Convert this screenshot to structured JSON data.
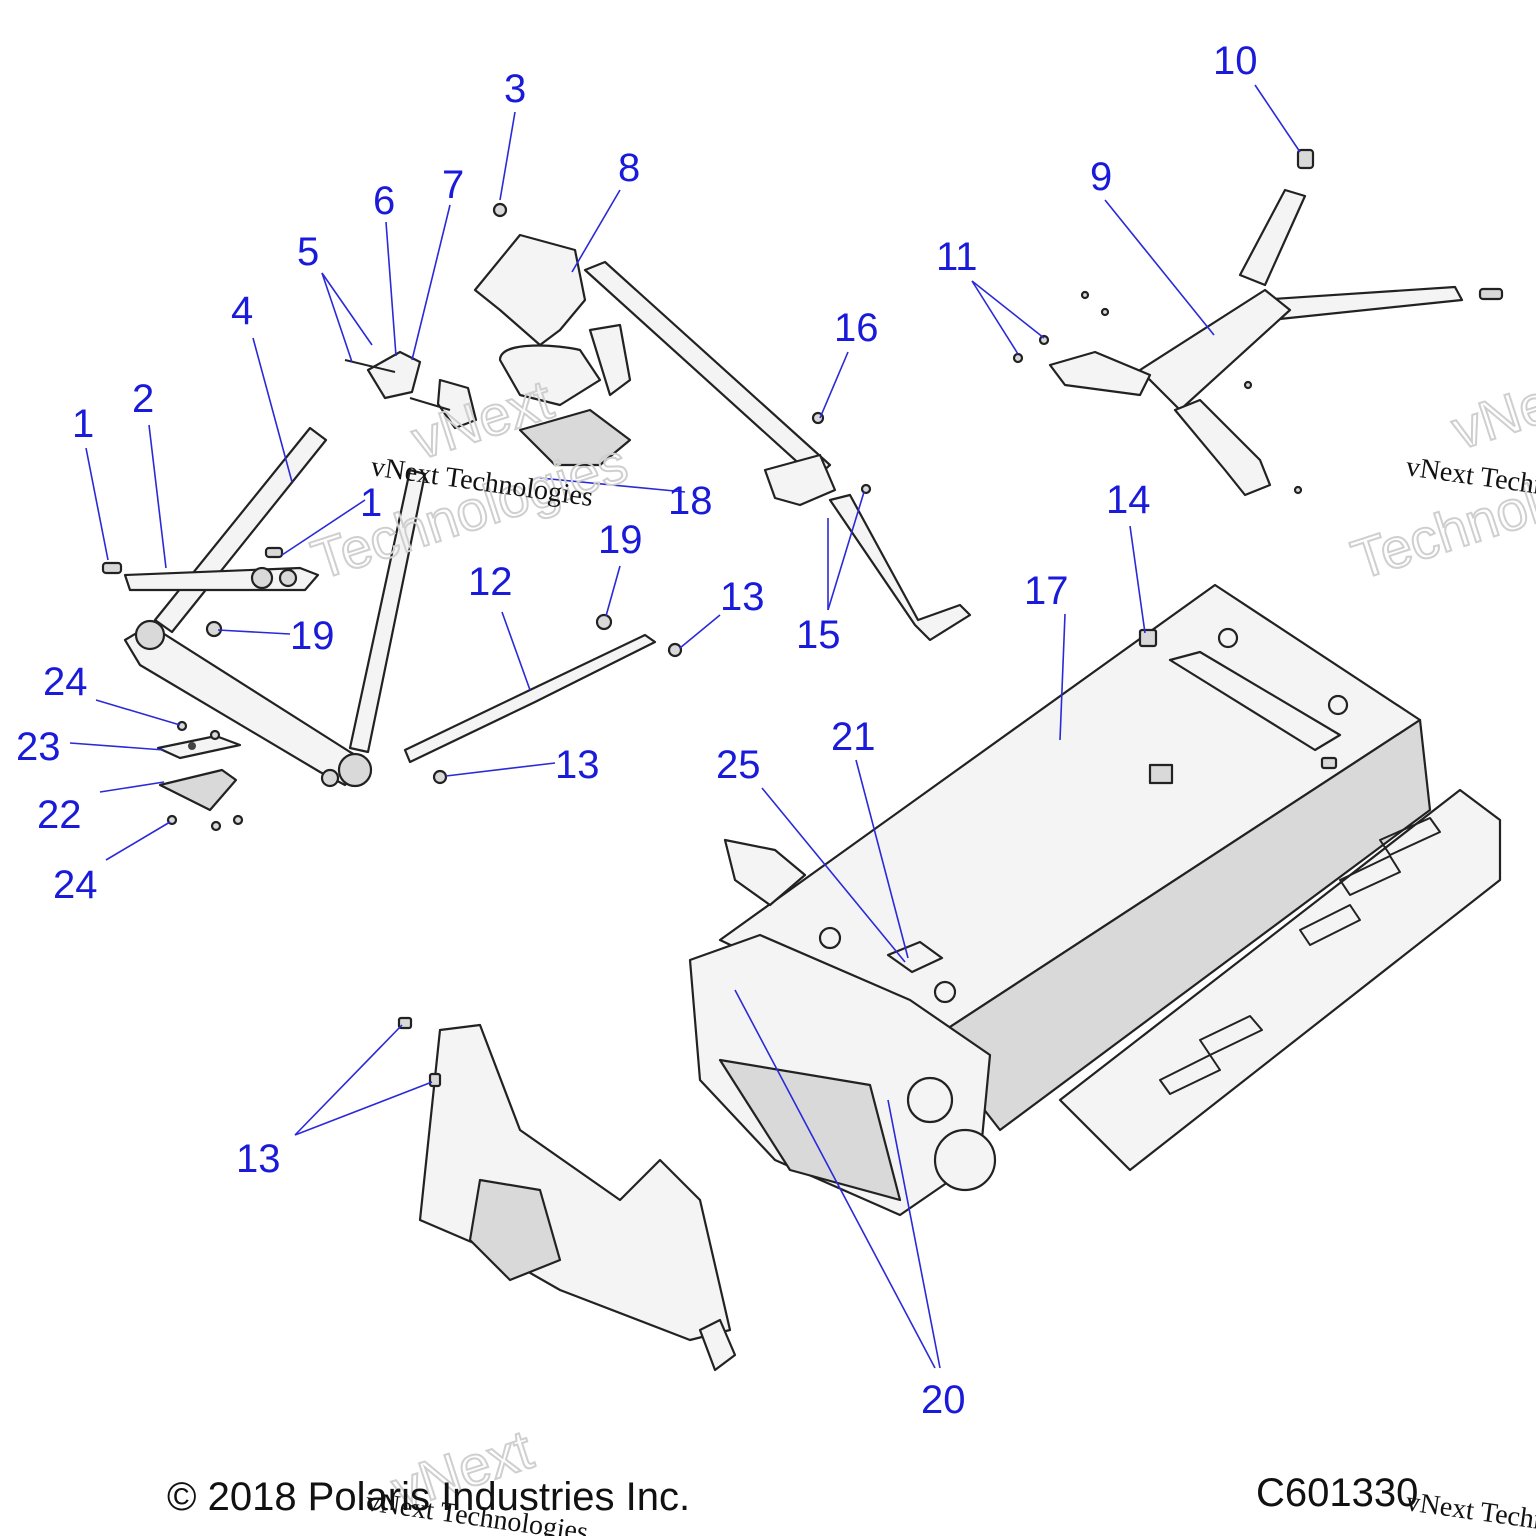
{
  "diagram": {
    "callouts": [
      {
        "id": "c1a",
        "label": "1"
      },
      {
        "id": "c1b",
        "label": "1"
      },
      {
        "id": "c2",
        "label": "2"
      },
      {
        "id": "c3",
        "label": "3"
      },
      {
        "id": "c4",
        "label": "4"
      },
      {
        "id": "c5",
        "label": "5"
      },
      {
        "id": "c6",
        "label": "6"
      },
      {
        "id": "c7",
        "label": "7"
      },
      {
        "id": "c8",
        "label": "8"
      },
      {
        "id": "c9",
        "label": "9"
      },
      {
        "id": "c10",
        "label": "10"
      },
      {
        "id": "c11",
        "label": "11"
      },
      {
        "id": "c12",
        "label": "12"
      },
      {
        "id": "c13a",
        "label": "13"
      },
      {
        "id": "c13b",
        "label": "13"
      },
      {
        "id": "c13c",
        "label": "13"
      },
      {
        "id": "c14",
        "label": "14"
      },
      {
        "id": "c15",
        "label": "15"
      },
      {
        "id": "c16",
        "label": "16"
      },
      {
        "id": "c17",
        "label": "17"
      },
      {
        "id": "c18",
        "label": "18"
      },
      {
        "id": "c19a",
        "label": "19"
      },
      {
        "id": "c19b",
        "label": "19"
      },
      {
        "id": "c20",
        "label": "20"
      },
      {
        "id": "c21",
        "label": "21"
      },
      {
        "id": "c22",
        "label": "22"
      },
      {
        "id": "c23",
        "label": "23"
      },
      {
        "id": "c24a",
        "label": "24"
      },
      {
        "id": "c24b",
        "label": "24"
      },
      {
        "id": "c25",
        "label": "25"
      }
    ]
  },
  "watermark": {
    "text": "vNext Technologies",
    "line1": "vNext",
    "line2": "Technologies"
  },
  "footer": {
    "copyright": "© 2018 Polaris Industries Inc.",
    "drawing_number": "C601330"
  },
  "colors": {
    "callout": "#1a1adb",
    "line": "#222222",
    "shade": "#d9d9d9"
  }
}
